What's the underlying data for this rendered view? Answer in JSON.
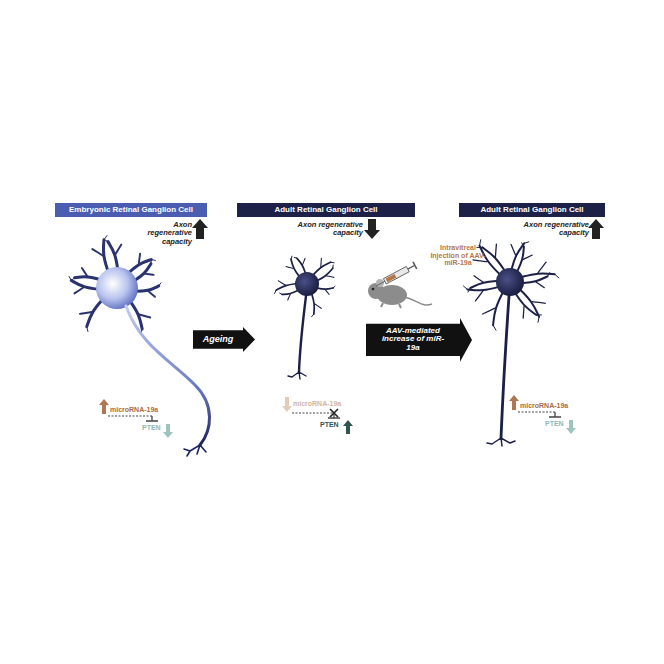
{
  "diagram": {
    "nodes": [
      {
        "text": [
          "Embryonic Retinal Ganglion Cell"
        ]
      },
      {
        "text": [
          "Adult Retinal Ganglion Cell"
        ]
      },
      {
        "text": [
          "Adult Retinal Ganglion Cell"
        ]
      },
      {
        "text": [
          "Ageing"
        ]
      },
      {
        "text": [
          "AAV-mediated increase of miR-19a"
        ]
      }
    ],
    "labels": [
      "Axon regenerative capacity",
      "Axon regenerative capacity",
      "Axon regenerative capacity",
      "Intravitreal Injection of AAV-miR-19a",
      "microRNA-19a",
      "PTEN",
      "microRNA-19a",
      "PTEN",
      "microRNA-19a",
      "PTEN"
    ]
  }
}
